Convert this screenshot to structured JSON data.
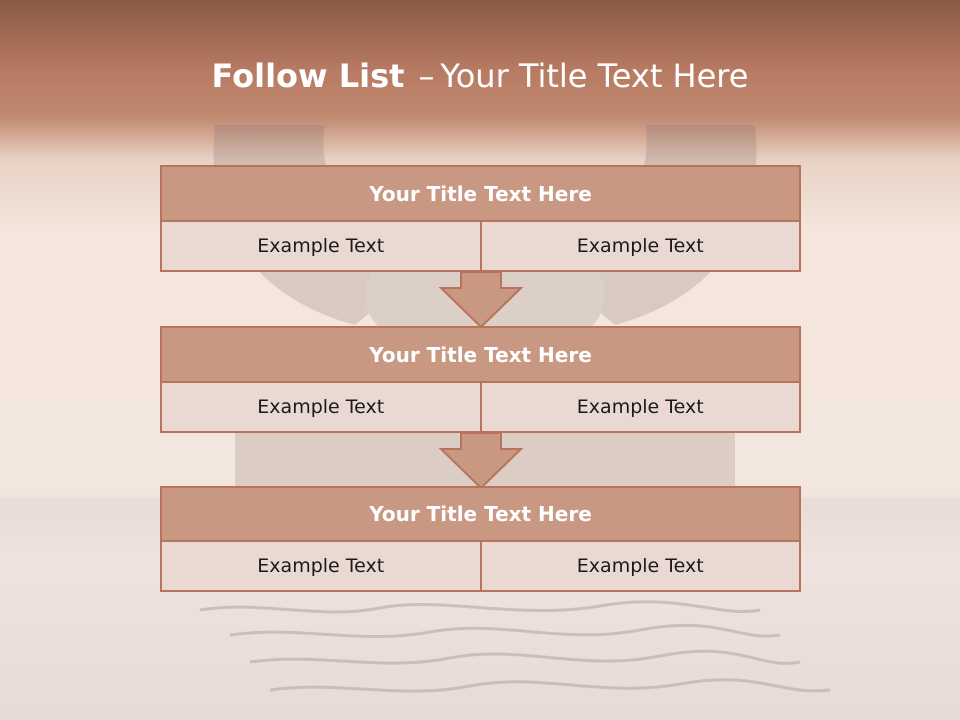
{
  "slide": {
    "title_bold": "Follow List",
    "title_dash": "–",
    "title_rest": "Your Title Text Here"
  },
  "blocks": [
    {
      "title": "Your Title Text Here",
      "left_text": "Example Text",
      "right_text": "Example Text"
    },
    {
      "title": "Your Title Text Here",
      "left_text": "Example Text",
      "right_text": "Example Text"
    },
    {
      "title": "Your Title Text Here",
      "left_text": "Example Text",
      "right_text": "Example Text"
    }
  ],
  "colors": {
    "header_band": "#b77a62",
    "box_title_fill": "#c89882",
    "box_border": "#b8745a",
    "cell_fill": "#ead9d3",
    "arrow_fill": "#c89882"
  }
}
